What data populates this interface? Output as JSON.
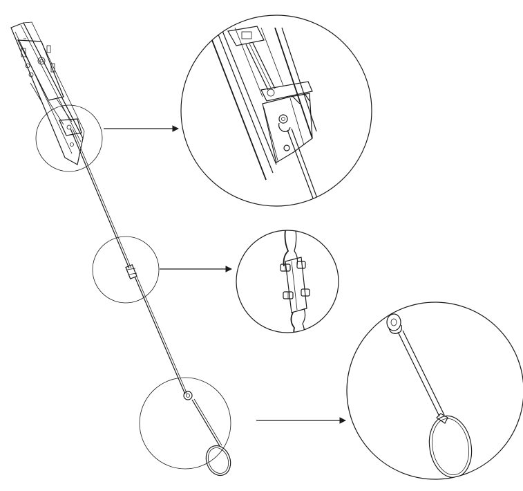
{
  "diagram": {
    "ink_color": "#1a1a1a",
    "background_color": "#ffffff",
    "callouts": [
      {
        "name": "top-bracket-detail",
        "icon": "mounting-bracket-icon"
      },
      {
        "name": "cable-splice-detail",
        "icon": "cable-clamp-icon"
      },
      {
        "name": "pull-ring-detail",
        "icon": "pull-ring-icon"
      }
    ]
  }
}
